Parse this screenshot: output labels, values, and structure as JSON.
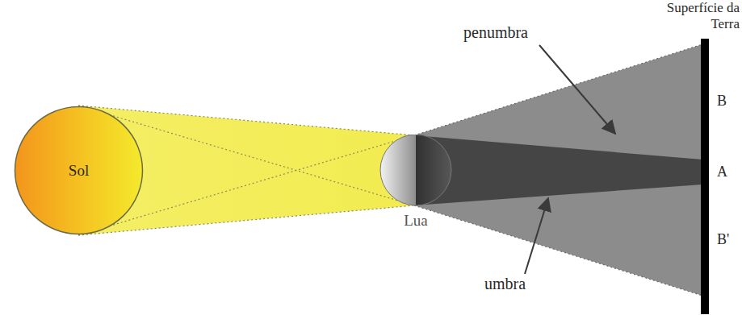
{
  "diagram": {
    "nodes": [
      {
        "text": [
          "Sol"
        ]
      },
      {
        "text": [
          "Lua"
        ]
      }
    ],
    "labels": [
      "Superfície da Terra",
      "penumbra",
      "umbra",
      "B",
      "A",
      "B'"
    ]
  }
}
